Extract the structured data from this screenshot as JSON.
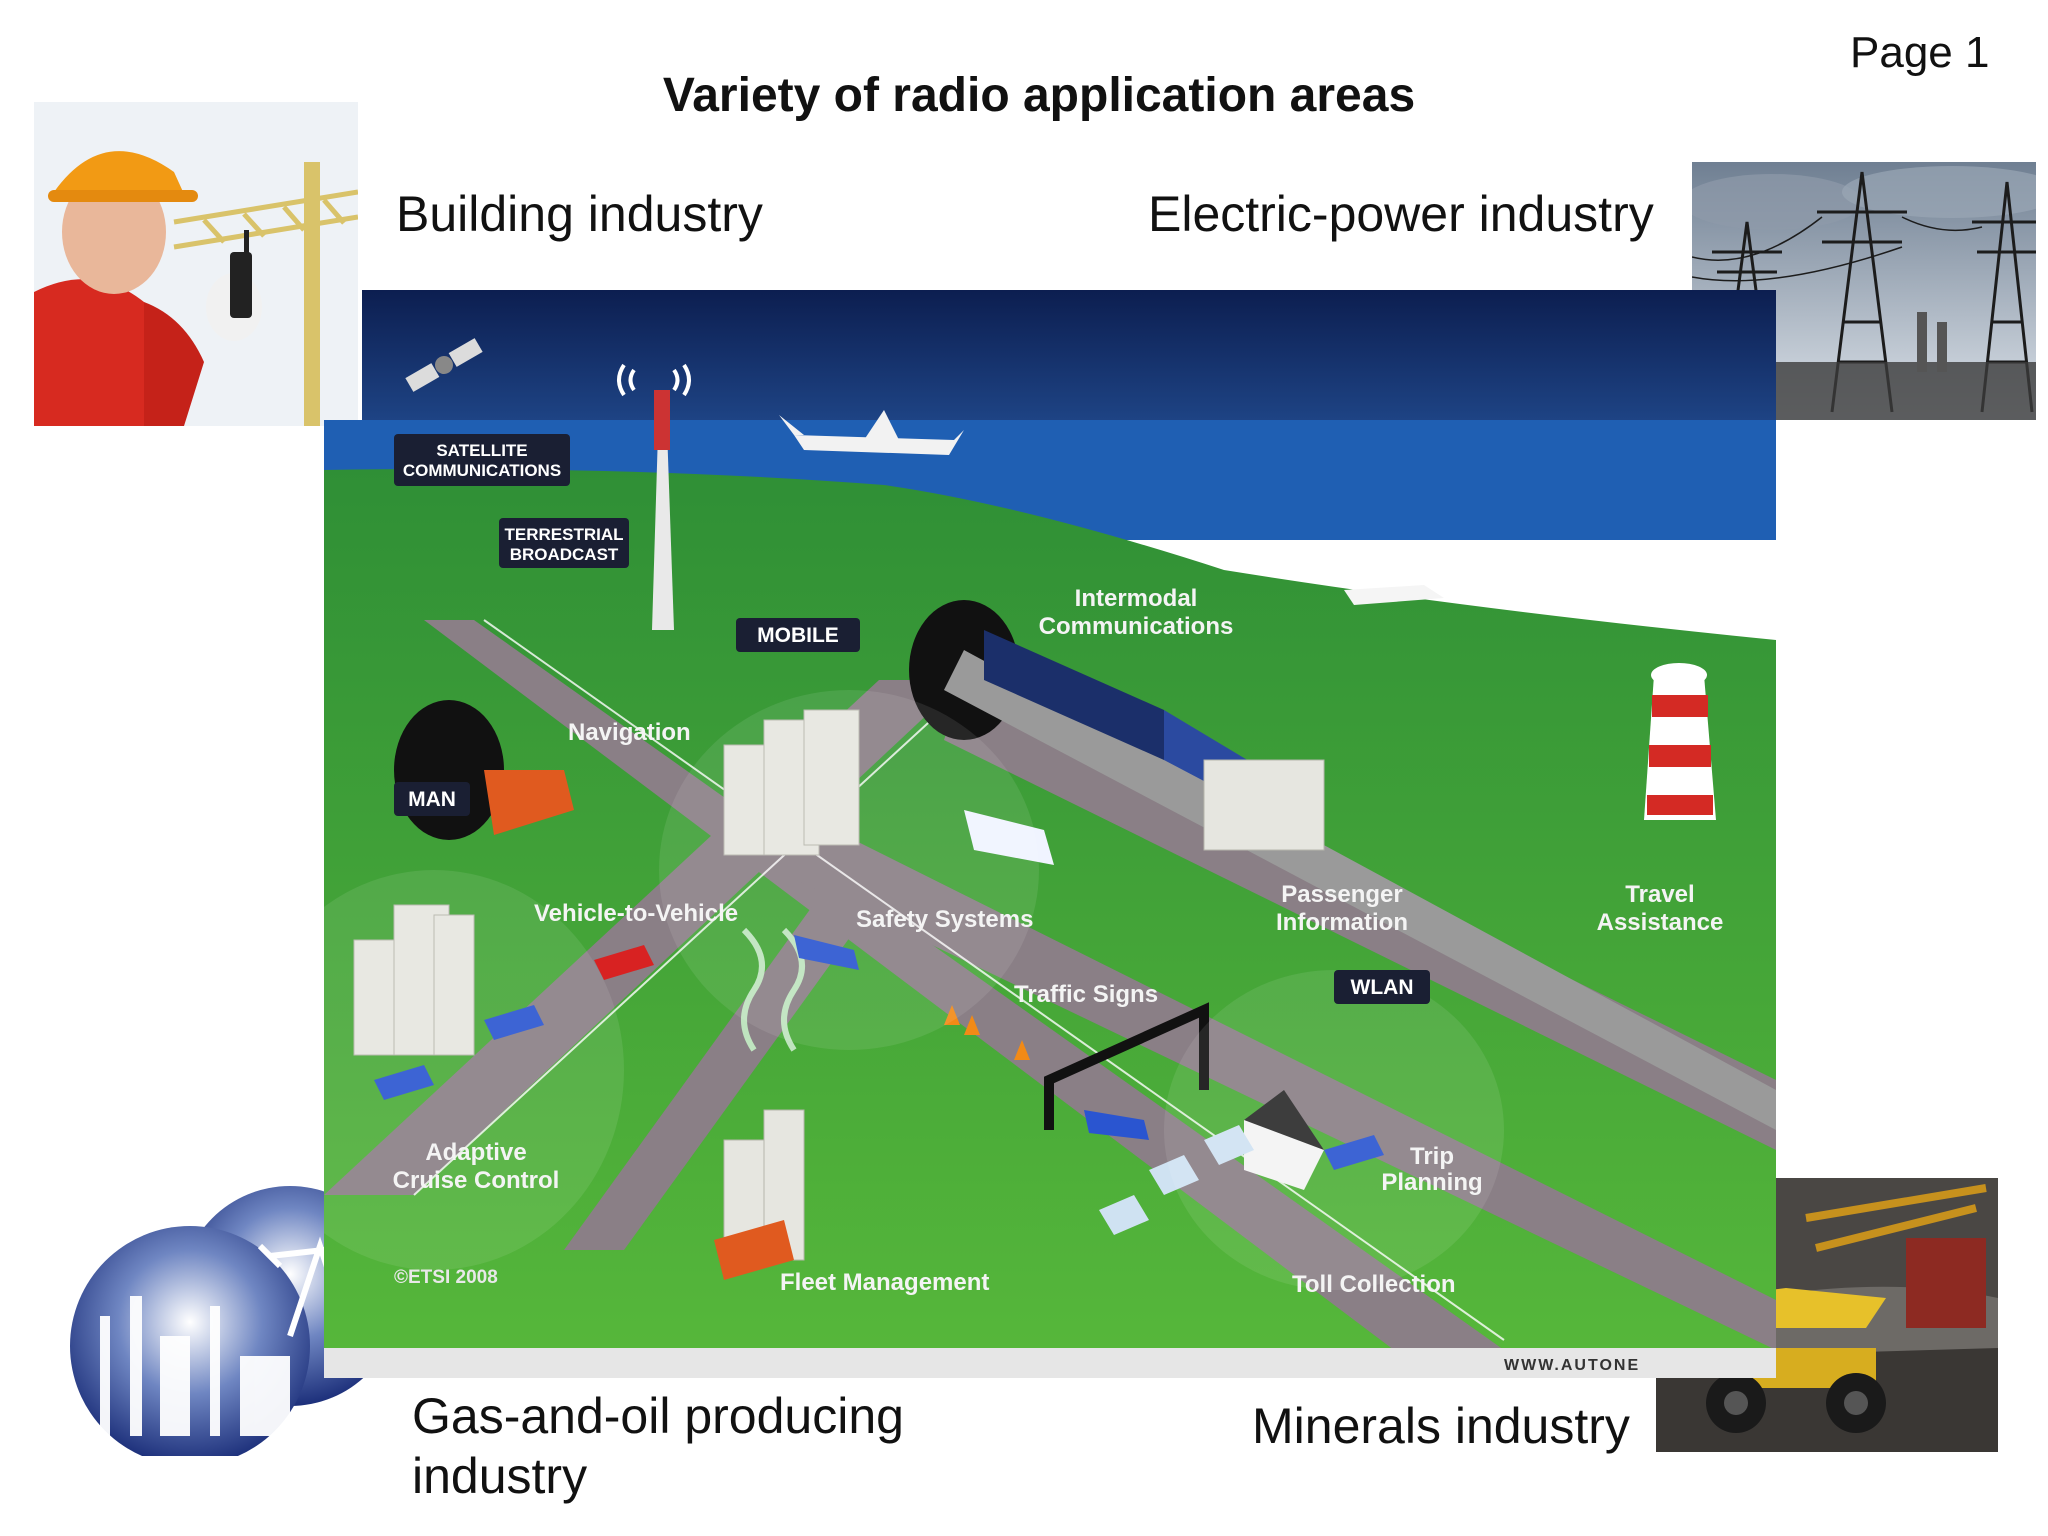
{
  "page": {
    "number_label": "Page 1",
    "title": "Variety of radio application areas"
  },
  "captions": {
    "building": "Building industry",
    "electric": "Electric-power industry",
    "gas_line1": "Gas-and-oil producing",
    "gas_line2": "industry",
    "minerals": "Minerals industry"
  },
  "diagram": {
    "labels": {
      "satellite_line1": "SATELLITE",
      "satellite_line2": "COMMUNICATIONS",
      "terrestrial_line1": "TERRESTRIAL",
      "terrestrial_line2": "BROADCAST",
      "mobile": "MOBILE",
      "man": "MAN",
      "wlan": "WLAN",
      "navigation": "Navigation",
      "intermodal_line1": "Intermodal",
      "intermodal_line2": "Communications",
      "vehicle_to_vehicle": "Vehicle-to-Vehicle",
      "safety_systems": "Safety Systems",
      "passenger_line1": "Passenger",
      "passenger_line2": "Information",
      "travel_line1": "Travel",
      "travel_line2": "Assistance",
      "traffic_signs": "Traffic Signs",
      "adaptive_line1": "Adaptive",
      "adaptive_line2": "Cruise Control",
      "trip_line1": "Trip",
      "trip_line2": "Planning",
      "fleet_management": "Fleet Management",
      "toll_collection": "Toll Collection",
      "copyright": "©ETSI 2008",
      "watermark": "WWW.AUTONE"
    }
  }
}
